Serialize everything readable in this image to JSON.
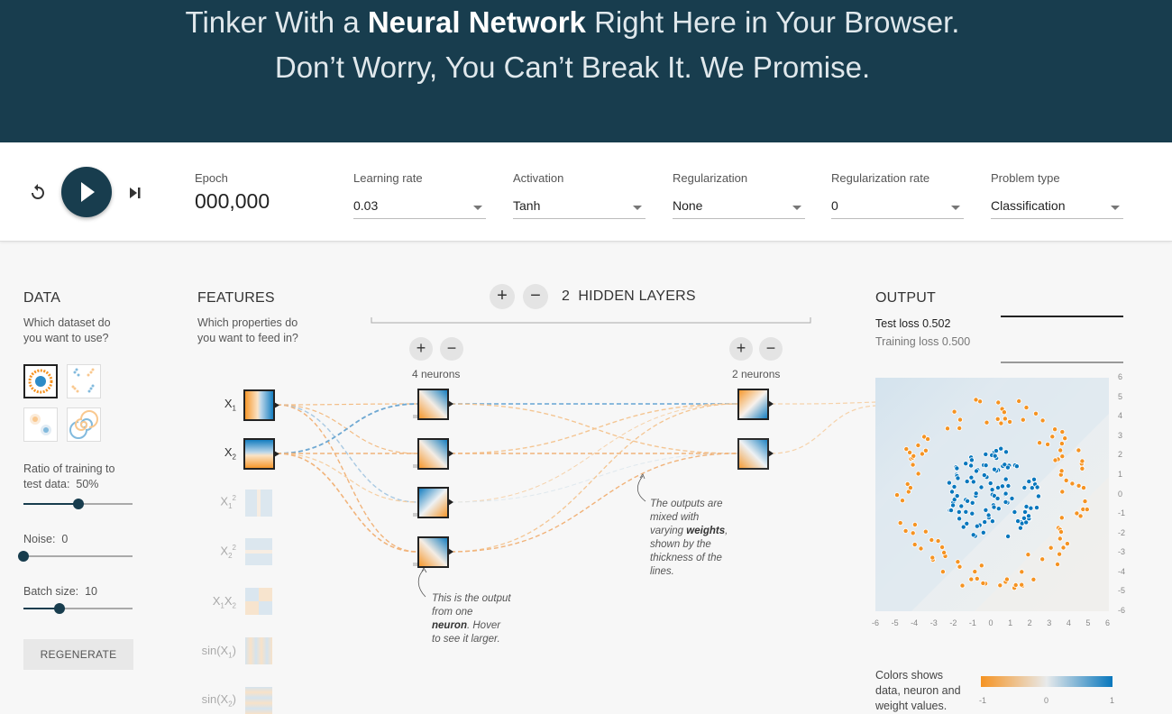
{
  "header": {
    "line1_pre": "Tinker With a ",
    "line1_bold": "Neural Network",
    "line1_post": " Right Here in Your Browser.",
    "line2": "Don’t Worry, You Can’t Break It. We Promise."
  },
  "controls": {
    "reset_icon": "reset-icon",
    "play_icon": "play-icon",
    "step_icon": "step-forward-icon",
    "epoch_label": "Epoch",
    "epoch_value": "000,000",
    "learning_rate_label": "Learning rate",
    "learning_rate_value": "0.03",
    "activation_label": "Activation",
    "activation_value": "Tanh",
    "regularization_label": "Regularization",
    "regularization_value": "None",
    "regularization_rate_label": "Regularization rate",
    "regularization_rate_value": "0",
    "problem_type_label": "Problem type",
    "problem_type_value": "Classification"
  },
  "data_panel": {
    "title": "DATA",
    "subtitle_1": "Which dataset do",
    "subtitle_2": "you want to use?",
    "ratio_label_1": "Ratio of training to",
    "ratio_label_2": "test data:",
    "ratio_value": "50%",
    "ratio_fraction": 0.5,
    "noise_label": "Noise:",
    "noise_value": "0",
    "noise_fraction": 0,
    "batch_label": "Batch size:",
    "batch_value": "10",
    "batch_fraction": 0.33,
    "regenerate_label": "REGENERATE"
  },
  "features_panel": {
    "title": "FEATURES",
    "subtitle_1": "Which properties do",
    "subtitle_2": "you want to feed in?",
    "features": [
      {
        "base": "X",
        "sub": "1",
        "sup": "",
        "active": true
      },
      {
        "base": "X",
        "sub": "2",
        "sup": "",
        "active": true
      },
      {
        "base": "X",
        "sub": "1",
        "sup": "2",
        "active": false
      },
      {
        "base": "X",
        "sub": "2",
        "sup": "2",
        "active": false
      },
      {
        "base": "X",
        "sub": "1",
        "sup": "",
        "base2": "X",
        "sub2": "2",
        "active": false
      },
      {
        "base": "sin(X",
        "sub": "1",
        "post": ")",
        "active": false
      },
      {
        "base": "sin(X",
        "sub": "2",
        "post": ")",
        "active": false
      }
    ]
  },
  "network": {
    "hidden_layers_count": "2",
    "hidden_layers_label": "HIDDEN LAYERS",
    "layer1_neurons": "4 neurons",
    "layer2_neurons": "2 neurons",
    "note_neuron": [
      "This is the output",
      "from one",
      "neuron",
      ". Hover",
      "to see it larger."
    ],
    "note_weights": [
      "The outputs are",
      "mixed with",
      "varying ",
      "weights",
      ",",
      "shown by the",
      "thickness of the",
      "lines."
    ]
  },
  "output_panel": {
    "title": "OUTPUT",
    "test_loss_label": "Test loss",
    "test_loss_value": "0.502",
    "training_loss_label": "Training loss",
    "training_loss_value": "0.500",
    "x_ticks": [
      "-6",
      "-5",
      "-4",
      "-3",
      "-2",
      "-1",
      "0",
      "1",
      "2",
      "3",
      "4",
      "5",
      "6"
    ],
    "y_ticks": [
      "6",
      "5",
      "4",
      "3",
      "2",
      "1",
      "0",
      "-1",
      "-2",
      "-3",
      "-4",
      "-5",
      "-6"
    ],
    "legend_text_1": "Colors shows",
    "legend_text_2": "data, neuron and",
    "legend_text_3": "weight values.",
    "legend_ticks": [
      "-1",
      "0",
      "1"
    ]
  },
  "colors": {
    "header_bg": "#183d4e",
    "orange": "#f59322",
    "blue": "#0877bd",
    "light_blue": "#c7dbea",
    "light_orange": "#f8d9b4"
  }
}
